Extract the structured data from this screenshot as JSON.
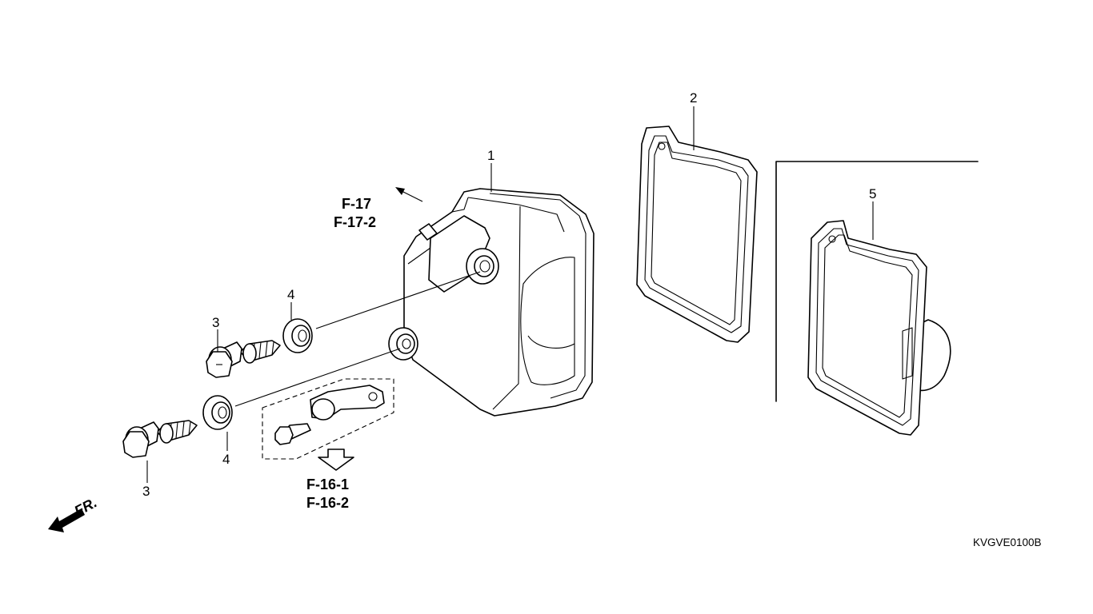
{
  "diagram": {
    "callouts": {
      "part_1": "1",
      "part_2": "2",
      "part_3_upper": "3",
      "part_3_lower": "3",
      "part_4_upper": "4",
      "part_4_lower": "4",
      "part_5": "5"
    },
    "references": {
      "upper_ref_a": "F-17",
      "upper_ref_b": "F-17-2",
      "lower_ref_a": "F-16-1",
      "lower_ref_b": "F-16-2"
    },
    "front_indicator": "FR.",
    "diagram_code": "KVGVE0100B"
  }
}
